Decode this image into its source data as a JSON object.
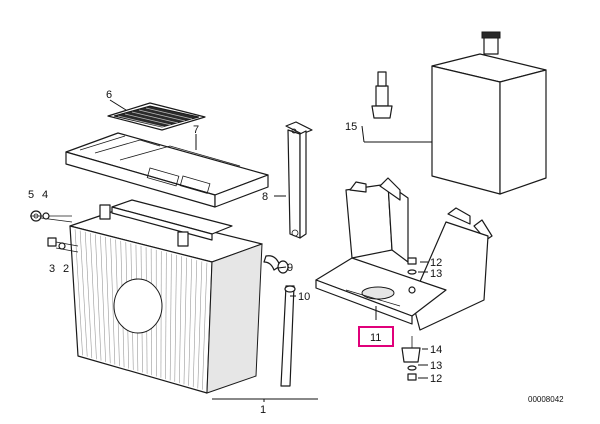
{
  "diagram": {
    "callouts": [
      "1",
      "2",
      "3",
      "4",
      "5",
      "6",
      "7",
      "8",
      "9",
      "10",
      "11",
      "12",
      "13",
      "14",
      "13",
      "12",
      "15"
    ],
    "highlighted_callout": "11",
    "drawing_number": "00008042"
  },
  "colors": {
    "highlight": "#e0007a",
    "line": "#1a1a1a"
  }
}
